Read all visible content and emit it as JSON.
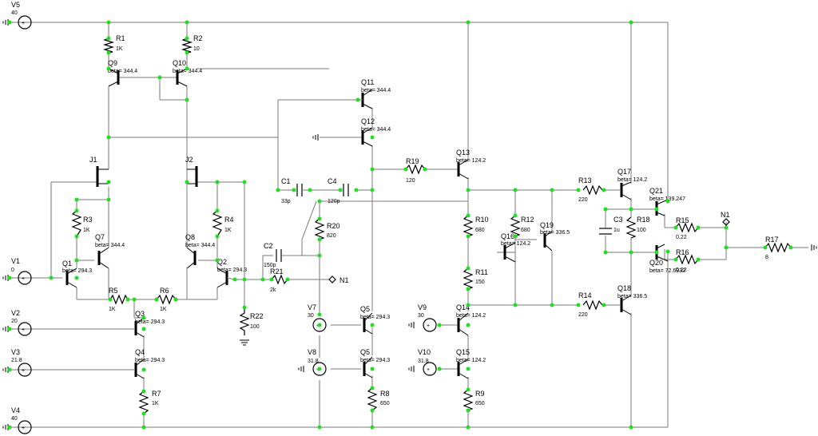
{
  "colors": {
    "wire": "#7a7a7a",
    "node": "#22dd22",
    "component": "#000000",
    "background": "#ffffff"
  },
  "components": {
    "V5": {
      "name": "V5",
      "value": "40"
    },
    "V1": {
      "name": "V1",
      "value": "0"
    },
    "V2": {
      "name": "V2",
      "value": "20"
    },
    "V3": {
      "name": "V3",
      "value": "21.8"
    },
    "V4": {
      "name": "V4",
      "value": "40"
    },
    "V7": {
      "name": "V7",
      "value": "30"
    },
    "V8": {
      "name": "V8",
      "value": "31.8"
    },
    "V9": {
      "name": "V9",
      "value": "30"
    },
    "V10": {
      "name": "V10",
      "value": "31.8"
    },
    "R1": {
      "name": "R1",
      "value": "1K"
    },
    "R2": {
      "name": "R2",
      "value": "10"
    },
    "R3": {
      "name": "R3",
      "value": "1K"
    },
    "R4": {
      "name": "R4",
      "value": "1K"
    },
    "R5": {
      "name": "R5",
      "value": "1K"
    },
    "R6": {
      "name": "R6",
      "value": "1K"
    },
    "R7": {
      "name": "R7",
      "value": "1K"
    },
    "R8": {
      "name": "R8",
      "value": "650"
    },
    "R9": {
      "name": "R9",
      "value": "650"
    },
    "R10": {
      "name": "R10",
      "value": "680"
    },
    "R11": {
      "name": "R11",
      "value": "150"
    },
    "R12": {
      "name": "R12",
      "value": "680"
    },
    "R13": {
      "name": "R13",
      "value": "220"
    },
    "R14": {
      "name": "R14",
      "value": "220"
    },
    "R15": {
      "name": "R15",
      "value": "0.22"
    },
    "R16": {
      "name": "R16",
      "value": "0.22"
    },
    "R17": {
      "name": "R17",
      "value": "8"
    },
    "R18": {
      "name": "R18",
      "value": "100"
    },
    "R19": {
      "name": "R19",
      "value": "120"
    },
    "R20": {
      "name": "R20",
      "value": "820"
    },
    "R21": {
      "name": "R21",
      "value": "2k"
    },
    "R22": {
      "name": "R22",
      "value": "100"
    },
    "C1": {
      "name": "C1",
      "value": "33p"
    },
    "C2": {
      "name": "C2",
      "value": "150p"
    },
    "C3": {
      "name": "C3",
      "value": "1u"
    },
    "C4": {
      "name": "C4",
      "value": "120p"
    },
    "J1": {
      "name": "J1"
    },
    "J2": {
      "name": "J2"
    },
    "Q1": {
      "name": "Q1",
      "value": "beta= 294.3"
    },
    "Q2": {
      "name": "Q2",
      "value": "beta= 294.3"
    },
    "Q3": {
      "name": "Q3",
      "value": "beta= 294.3"
    },
    "Q4": {
      "name": "Q4",
      "value": "beta= 294.3"
    },
    "Q5a": {
      "name": "Q5",
      "value": "beta= 294.3"
    },
    "Q5b": {
      "name": "Q5",
      "value": "beta= 294.3"
    },
    "Q7": {
      "name": "Q7",
      "value": "beta= 344.4"
    },
    "Q8": {
      "name": "Q8",
      "value": "beta= 344.4"
    },
    "Q9": {
      "name": "Q9",
      "value": "beta= 344.4"
    },
    "Q10": {
      "name": "Q10",
      "value": "beta= 344.4"
    },
    "Q11": {
      "name": "Q11",
      "value": "beta= 344.4"
    },
    "Q12": {
      "name": "Q12",
      "value": "beta= 344.4"
    },
    "Q13": {
      "name": "Q13",
      "value": "beta= 124.2"
    },
    "Q14": {
      "name": "Q14",
      "value": "beta= 124.2"
    },
    "Q15": {
      "name": "Q15",
      "value": "beta= 124.2"
    },
    "Q16": {
      "name": "Q16",
      "value": "beta= 124.2"
    },
    "Q17": {
      "name": "Q17",
      "value": "beta= 124.2"
    },
    "Q18": {
      "name": "Q18",
      "value": "beta= 336.5"
    },
    "Q19": {
      "name": "Q19",
      "value": "beta= 336.5"
    },
    "Q20": {
      "name": "Q20",
      "value": "beta= 72.6932"
    },
    "Q21": {
      "name": "Q21",
      "value": "beta= 139.247"
    }
  },
  "net_labels": {
    "n1_right": "N1",
    "n1_left": "N1"
  }
}
